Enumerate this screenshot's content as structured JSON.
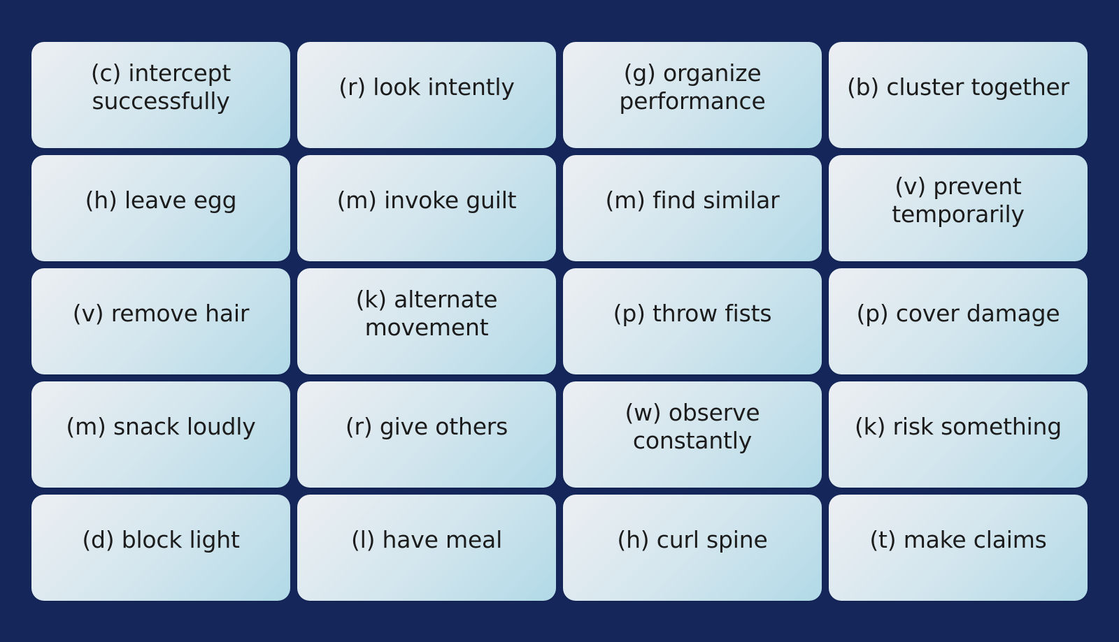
{
  "cards": [
    {
      "label": "(c) intercept successfully"
    },
    {
      "label": "(r) look intently"
    },
    {
      "label": "(g) organize performance"
    },
    {
      "label": "(b) cluster together"
    },
    {
      "label": "(h) leave egg"
    },
    {
      "label": "(m) invoke guilt"
    },
    {
      "label": "(m) find similar"
    },
    {
      "label": "(v) prevent temporarily"
    },
    {
      "label": "(v) remove hair"
    },
    {
      "label": "(k) alternate movement"
    },
    {
      "label": "(p) throw fists"
    },
    {
      "label": "(p) cover damage"
    },
    {
      "label": "(m) snack loudly"
    },
    {
      "label": "(r) give others"
    },
    {
      "label": "(w) observe constantly"
    },
    {
      "label": "(k) risk something"
    },
    {
      "label": "(d) block light"
    },
    {
      "label": "(l) have meal"
    },
    {
      "label": "(h) curl spine"
    },
    {
      "label": "(t) make claims"
    }
  ],
  "colors": {
    "background": "#15265a",
    "card_gradient_start": "#eceff2",
    "card_gradient_end": "#b1d9e7",
    "text": "#1c1c1c"
  }
}
